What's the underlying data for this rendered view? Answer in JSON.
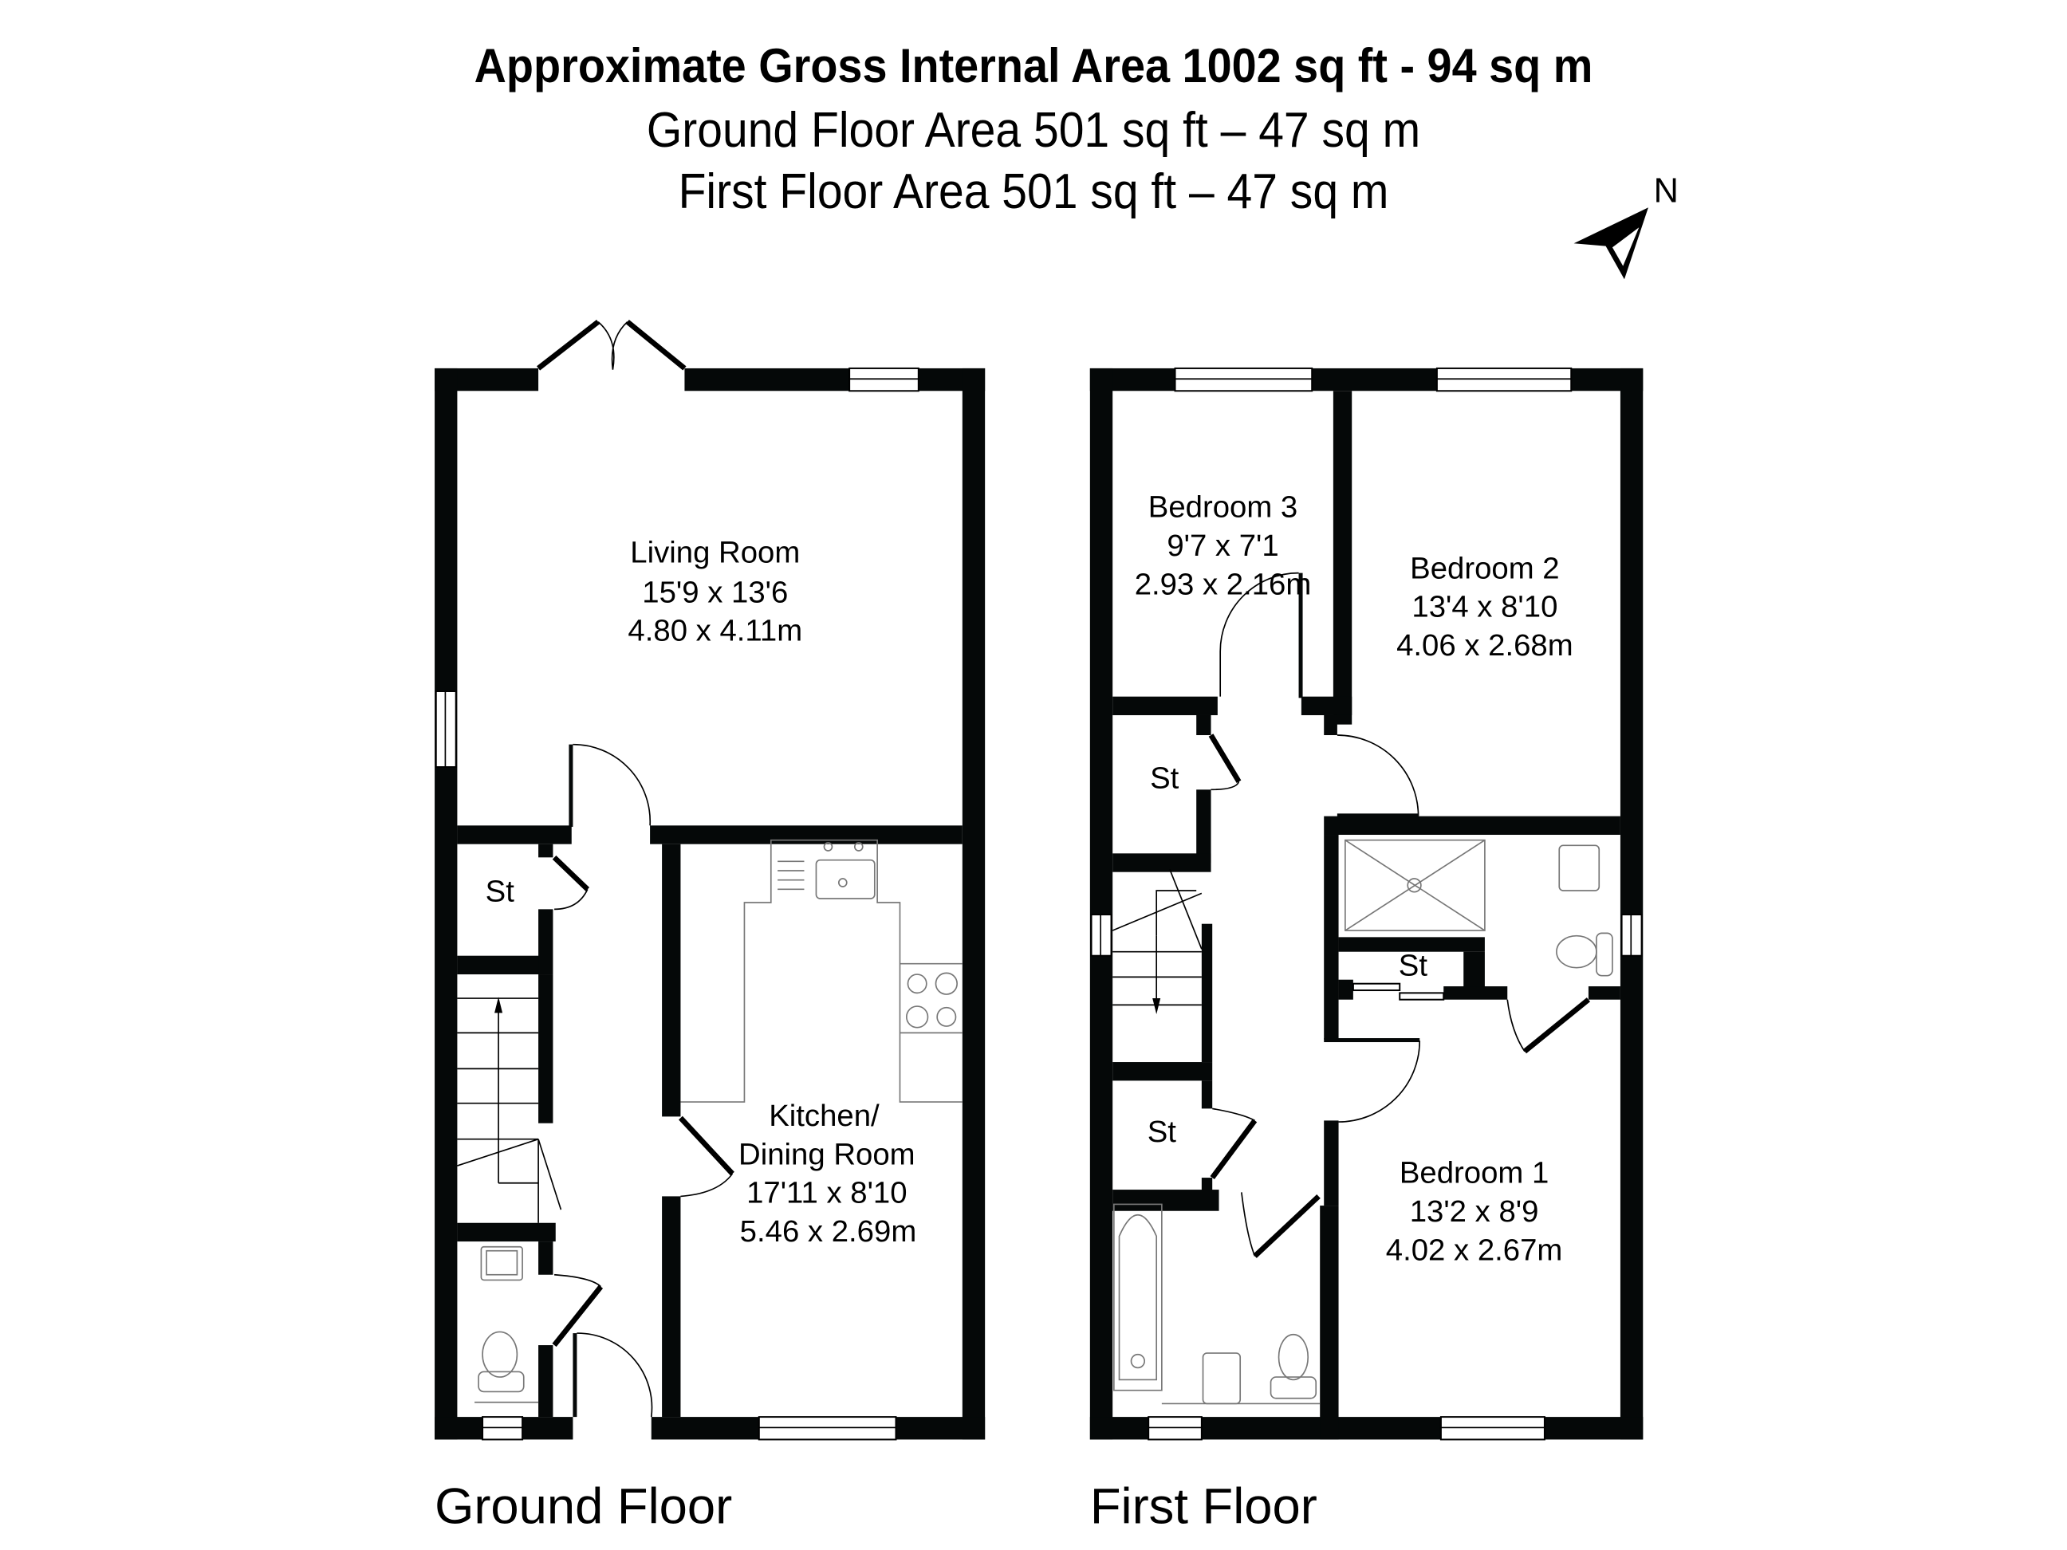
{
  "header": {
    "title": "Approximate Gross Internal Area 1002 sq ft - 94 sq m",
    "ground_area": "Ground Floor Area 501 sq ft – 47 sq m",
    "first_area": "First Floor Area 501 sq ft – 47 sq m"
  },
  "compass": {
    "label": "N",
    "icon": "north-arrow-icon"
  },
  "ground_floor": {
    "label": "Ground Floor",
    "rooms": [
      {
        "name": "Living Room",
        "imperial": "15'9 x 13'6",
        "metric": "4.80 x 4.11m"
      },
      {
        "name_line1": "Kitchen/",
        "name_line2": "Dining Room",
        "imperial": "17'11 x 8'10",
        "metric": "5.46 x 2.69m"
      },
      {
        "name": "St"
      }
    ]
  },
  "first_floor": {
    "label": "First Floor",
    "rooms": [
      {
        "name": "Bedroom 3",
        "imperial": "9'7 x 7'1",
        "metric": "2.93 x 2.16m"
      },
      {
        "name": "Bedroom 2",
        "imperial": "13'4 x 8'10",
        "metric": "4.06 x 2.68m"
      },
      {
        "name": "Bedroom 1",
        "imperial": "13'2 x 8'9",
        "metric": "4.02 x 2.67m"
      },
      {
        "name": "St"
      },
      {
        "name": "St"
      },
      {
        "name": "St"
      }
    ]
  },
  "colors": {
    "wall": "#050808",
    "background": "#ffffff",
    "fixture_line": "#777777"
  }
}
